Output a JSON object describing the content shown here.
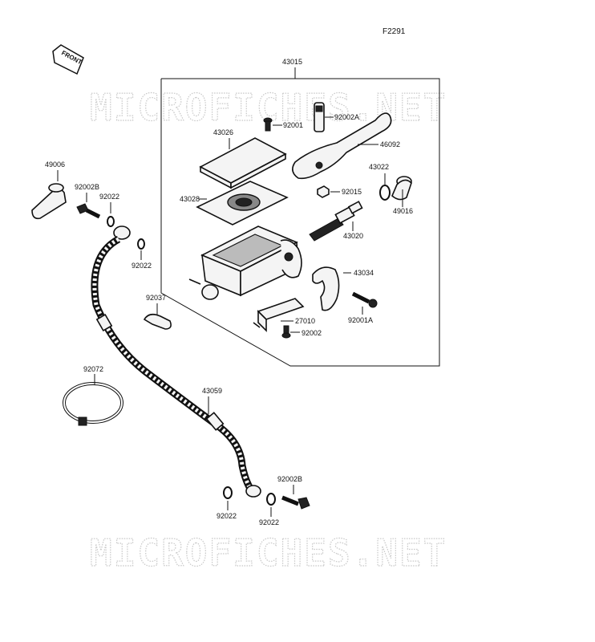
{
  "figure_code": "F2291",
  "front_arrow": "FRONT",
  "watermark": "MICROFICHES.NET",
  "parts": {
    "p43015": "43015",
    "p92001": "92001",
    "p92002A": "92002A",
    "p43026": "43026",
    "p46092": "46092",
    "p43022": "43022",
    "p43028": "43028",
    "p92015": "92015",
    "p49016": "49016",
    "p43020": "43020",
    "p43034": "43034",
    "p49006": "49006",
    "p92002B_top": "92002B",
    "p92022_top": "92022",
    "p92022_mid": "92022",
    "p92037": "92037",
    "p27010": "27010",
    "p92001A": "92001A",
    "p92002": "92002",
    "p92072": "92072",
    "p43059": "43059",
    "p92002B_bottom": "92002B",
    "p92022_bl": "92022",
    "p92022_br": "92022"
  }
}
